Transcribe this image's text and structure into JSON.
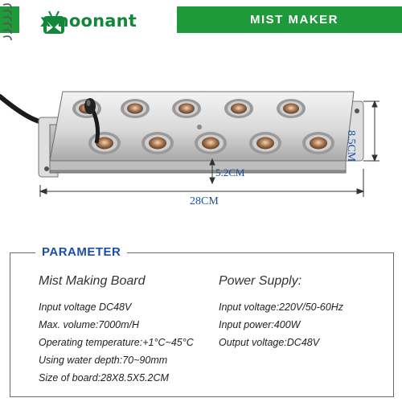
{
  "brand": {
    "logo_text": "xmoonant",
    "logo_color": "#12873a"
  },
  "header": {
    "title": "MIST MAKER",
    "bar_color": "#1f9a3a"
  },
  "dimensions": {
    "length": "28CM",
    "width": "8.5CM",
    "height": "5.2CM"
  },
  "parameter": {
    "title": "PARAMETER",
    "left": {
      "heading": "Mist Making Board",
      "specs": [
        "Input voltage DC48V",
        "Max. volume:7000m/H",
        "Operating temperature:+1°C~45°C",
        "Using water depth:70~90mm",
        "Size of board:28X8.5X5.2CM"
      ]
    },
    "right": {
      "heading": "Power Supply:",
      "specs": [
        "Input voltage:220V/50-60Hz",
        "Input power:400W",
        "Output voltage:DC48V"
      ]
    }
  }
}
